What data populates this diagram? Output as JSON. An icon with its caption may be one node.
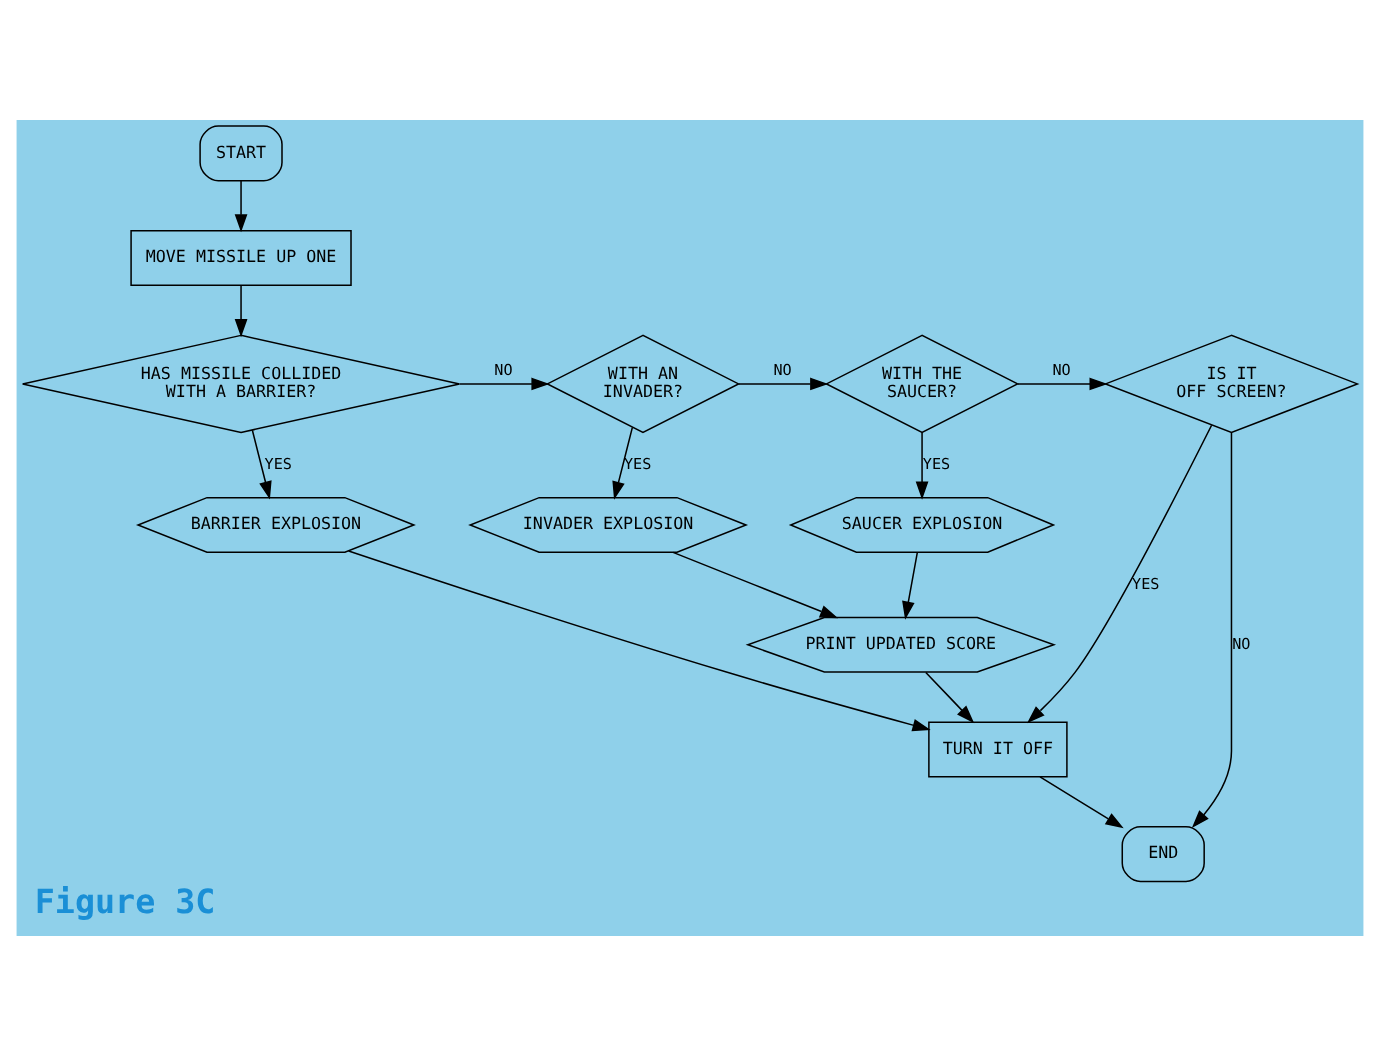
{
  "diagram": {
    "caption": "Figure 3C",
    "nodes": [
      {
        "text": [
          "START"
        ]
      },
      {
        "text": [
          "MOVE MISSILE UP ONE"
        ]
      },
      {
        "text": [
          "HAS MISSILE COLLIDED WITH A BARRIER?"
        ]
      },
      {
        "text": [
          "WITH AN INVADER?"
        ]
      },
      {
        "text": [
          "WITH THE SAUCER?"
        ]
      },
      {
        "text": [
          "IS IT OFF SCREEN?"
        ]
      },
      {
        "text": [
          "BARRIER EXPLOSION"
        ]
      },
      {
        "text": [
          "INVADER EXPLOSION"
        ]
      },
      {
        "text": [
          "SAUCER EXPLOSION"
        ]
      },
      {
        "text": [
          "PRINT UPDATED SCORE"
        ]
      },
      {
        "text": [
          "TURN IT OFF"
        ]
      },
      {
        "text": [
          "END"
        ]
      }
    ],
    "edges": [
      {
        "from": 0,
        "to": 1,
        "arrow": "to"
      },
      {
        "from": 1,
        "to": 2,
        "arrow": "to"
      },
      {
        "from": 2,
        "to": 3,
        "label": "NO",
        "arrow": "to"
      },
      {
        "from": 3,
        "to": 4,
        "label": "NO",
        "arrow": "to"
      },
      {
        "from": 4,
        "to": 5,
        "label": "NO",
        "arrow": "to"
      },
      {
        "from": 5,
        "to": 11,
        "label": "NO",
        "arrow": "to"
      },
      {
        "from": 2,
        "to": 6,
        "label": "YES",
        "arrow": "to"
      },
      {
        "from": 3,
        "to": 7,
        "label": "YES",
        "arrow": "to"
      },
      {
        "from": 4,
        "to": 8,
        "label": "YES",
        "arrow": "to"
      },
      {
        "from": 5,
        "to": 10,
        "label": "YES",
        "arrow": "to"
      },
      {
        "from": 7,
        "to": 9,
        "arrow": "to"
      },
      {
        "from": 8,
        "to": 9,
        "arrow": "to"
      },
      {
        "from": 6,
        "to": 10,
        "arrow": "to"
      },
      {
        "from": 9,
        "to": 10,
        "arrow": "to"
      },
      {
        "from": 10,
        "to": 11,
        "arrow": "to"
      }
    ]
  }
}
